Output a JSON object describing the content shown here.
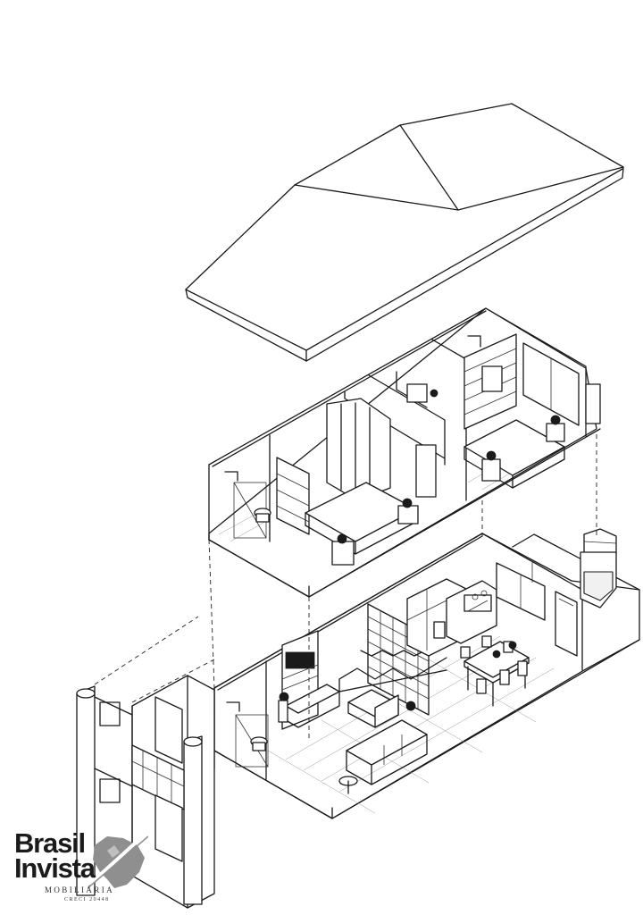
{
  "logo": {
    "word_1": "Brasil",
    "word_2": "Invista",
    "sub_1": "MOBILIÁRIA",
    "sub_2": "CRECI 20448"
  }
}
